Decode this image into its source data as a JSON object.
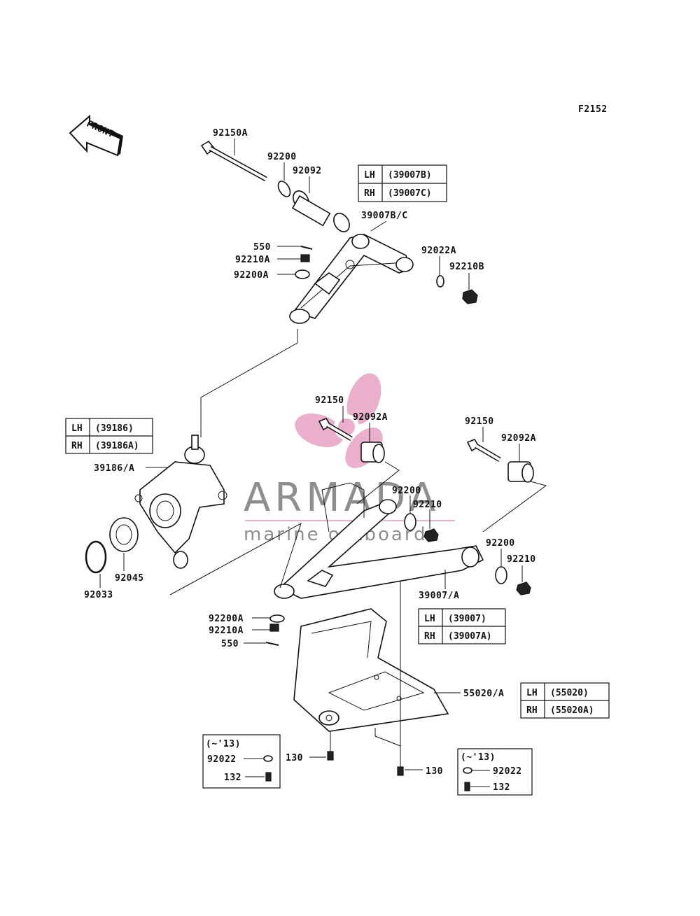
{
  "figure_code": "F2152",
  "front_label": "FRONT",
  "watermark": {
    "brand": "ARMADA",
    "tagline": "marine outboards",
    "colors": {
      "text": "#8e8e8e",
      "logo": "#e7a3c3",
      "rule": "#e9b4cc"
    }
  },
  "labels": {
    "p92150A": "92150A",
    "p92200_top": "92200",
    "p92092": "92092",
    "p39007BC": "39007B/C",
    "p550_top": "550",
    "p92210A_top": "92210A",
    "p92200A_top": "92200A",
    "p92022A": "92022A",
    "p92210B": "92210B",
    "p39186A": "39186/A",
    "p92045": "92045",
    "p92033": "92033",
    "p92150_mid": "92150",
    "p92092A_mid": "92092A",
    "p92150_right": "92150",
    "p92092A_right": "92092A",
    "p92200_mid": "92200",
    "p92210_mid": "92210",
    "p92200_right": "92200",
    "p92210_right": "92210",
    "p39007A": "39007/A",
    "p92200A_low": "92200A",
    "p92210A_low": "92210A",
    "p550_low": "550",
    "p55020A": "55020/A",
    "p130_left": "130",
    "p130_right": "130",
    "p92022_left": "92022",
    "p132_left": "132",
    "p92022_right": "92022",
    "p132_right": "132"
  },
  "tables": {
    "upper_arm": {
      "rows": [
        {
          "side": "LH",
          "part": "(39007B)"
        },
        {
          "side": "RH",
          "part": "(39007C)"
        }
      ]
    },
    "knuckle": {
      "rows": [
        {
          "side": "LH",
          "part": "(39186)"
        },
        {
          "side": "RH",
          "part": "(39186A)"
        }
      ]
    },
    "lower_arm": {
      "rows": [
        {
          "side": "LH",
          "part": "(39007)"
        },
        {
          "side": "RH",
          "part": "(39007A)"
        }
      ]
    },
    "guard": {
      "rows": [
        {
          "side": "LH",
          "part": "(55020)"
        },
        {
          "side": "RH",
          "part": "(55020A)"
        }
      ]
    }
  },
  "notes": {
    "left_box": "(~'13)",
    "right_box": "(~'13)"
  }
}
